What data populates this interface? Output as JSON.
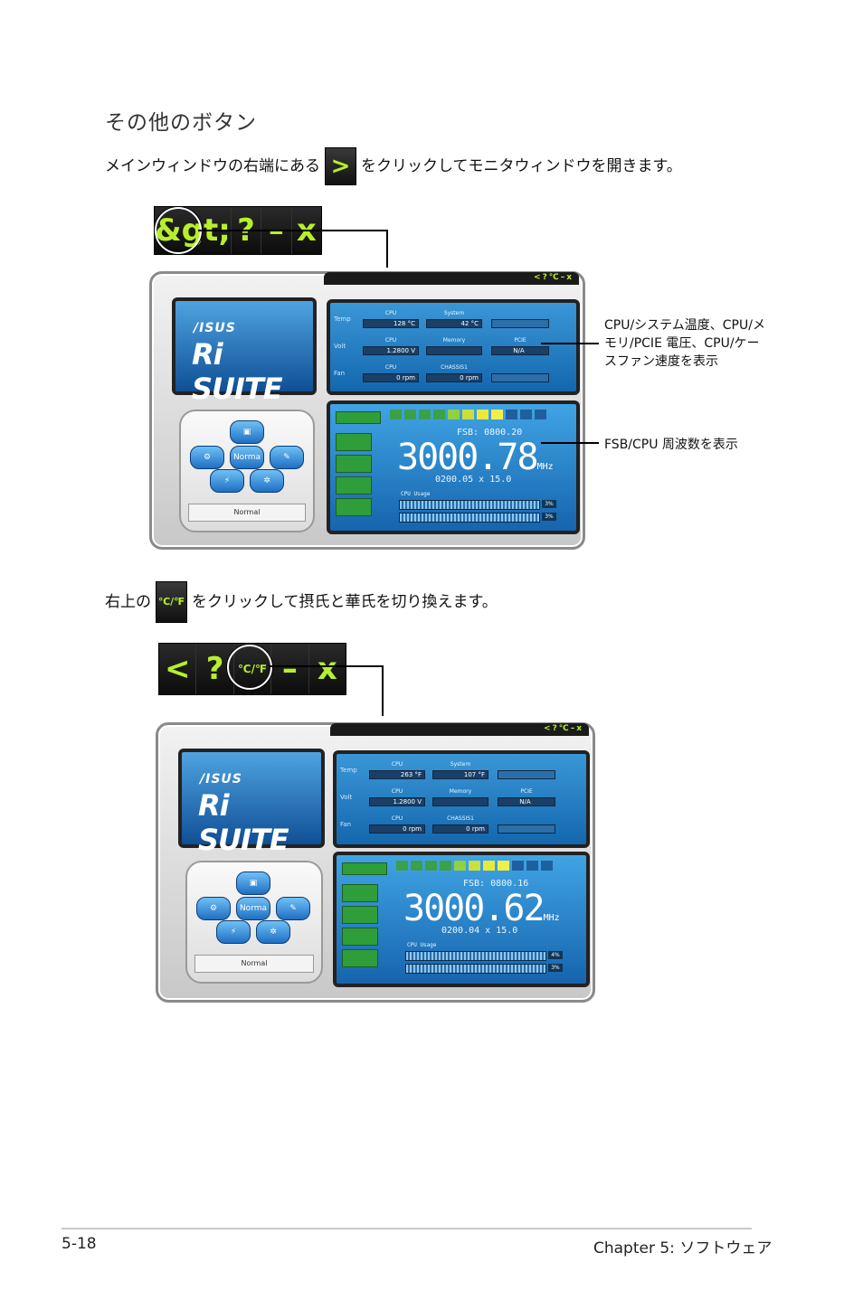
{
  "section_title": "その他のボタン",
  "instruction_1": {
    "before": "メインウィンドウの右端にある",
    "icon": "expand-arrow-icon",
    "icon_glyph": ">",
    "after": "をクリックしてモニタウィンドウを開きます。"
  },
  "instruction_2": {
    "before": "右上の",
    "icon": "celsius-fahrenheit-icon",
    "icon_glyph": "℃/℉",
    "after": "をクリックして摂氏と華氏を切り換えます。"
  },
  "toolbar_1": [
    "&gt;",
    "?",
    "–",
    "x"
  ],
  "toolbar_2": [
    "<",
    "?",
    "℃/℉",
    "–",
    "x"
  ],
  "annotations": {
    "sensors": "CPU/システム温度、CPU/メモリ/PCIE 電圧、CPU/ケースファン速度を表示",
    "fsb": "FSB/CPU 周波数を表示"
  },
  "window_1": {
    "brand": "/ISUS",
    "product": "Ri SUITE",
    "rows": [
      "Temp",
      "Volt",
      "Fan"
    ],
    "captions": [
      "CPU",
      "System",
      "CPU",
      "Memory",
      "PCIE",
      "CPU",
      "CHASSIS1"
    ],
    "values": [
      "128 °C",
      "42 °C",
      "1.2800 V",
      "",
      "N/A",
      "0 rpm",
      "0 rpm"
    ],
    "mode_buttons": [
      "Norma"
    ],
    "mode": "Normal",
    "fsb": "FSB: 0800.20",
    "freq": "3000.78",
    "freq_unit": "MHz",
    "multiplier": "0200.05 x 15.0",
    "usage_label": "CPU Usage",
    "usage": [
      "3%",
      "3%"
    ]
  },
  "window_2": {
    "brand": "/ISUS",
    "product": "Ri SUITE",
    "rows": [
      "Temp",
      "Volt",
      "Fan"
    ],
    "captions": [
      "CPU",
      "System",
      "CPU",
      "Memory",
      "PCIE",
      "CPU",
      "CHASSIS1"
    ],
    "values": [
      "263 °F",
      "107 °F",
      "1.2800 V",
      "",
      "N/A",
      "0 rpm",
      "0 rpm"
    ],
    "mode_buttons": [
      "Norma"
    ],
    "mode": "Normal",
    "fsb": "FSB: 0800.16",
    "freq": "3000.62",
    "freq_unit": "MHz",
    "multiplier": "0200.04 x 15.0",
    "usage_label": "CPU Usage",
    "usage": [
      "4%",
      "3%"
    ]
  },
  "footer": {
    "page": "5-18",
    "chapter": "Chapter 5: ソフトウェア"
  },
  "colors": {
    "accent_green": "#b7f02a",
    "panel_blue": "#1f78c4"
  }
}
